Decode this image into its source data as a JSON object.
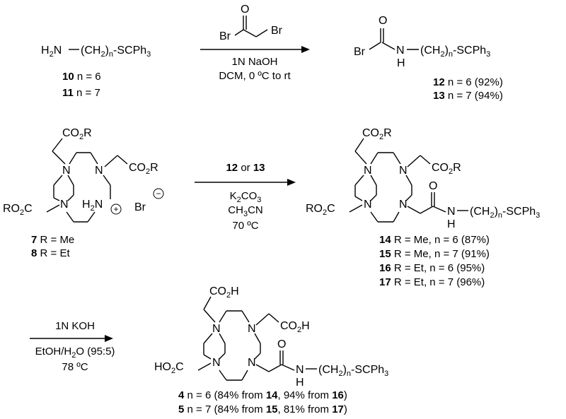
{
  "step1": {
    "amine": {
      "a": "H",
      "b": "N",
      "c": "(CH",
      "d": "2",
      "e": ")",
      "f": "n",
      "g": "-SCPh",
      "h": "3"
    },
    "reagent": {
      "left": "Br",
      "right": "Br",
      "o": "O"
    },
    "cond1": "1N NaOH",
    "cond2": "DCM, 0 ºC to rt",
    "cmpd10": {
      "num": "10",
      "text": " n = 6"
    },
    "cmpd11": {
      "num": "11",
      "text": " n = 7"
    },
    "product": {
      "br": "Br",
      "o": "O",
      "n": "N",
      "h": "H",
      "c": "(CH",
      "d": "2",
      "e": ")",
      "f": "n",
      "g": "-SCPh",
      "h3": "3"
    },
    "cmpd12": {
      "num": "12",
      "text": " n = 6 (92%)"
    },
    "cmpd13": {
      "num": "13",
      "text": " n = 7 (94%)"
    }
  },
  "step2": {
    "sm": {
      "co2r_top": "CO",
      "co2r_top_sub": "2",
      "co2r_top_r": "R",
      "co2r_right": "CO",
      "co2r_right_sub": "2",
      "co2r_right_r": "R",
      "ro2c": "RO",
      "ro2c_sub": "2",
      "ro2c_c": "C",
      "n": "N",
      "h2n": "H",
      "h2n_sub": "2",
      "h2n_n": "N",
      "plus": "+",
      "br": "Br",
      "minus": "−"
    },
    "cmpd7": {
      "num": "7",
      "text": " R = Me"
    },
    "cmpd8": {
      "num": "8",
      "text": " R = Et"
    },
    "reag_a": "12",
    "reag_or": " or ",
    "reag_b": "13",
    "cond1": {
      "a": "K",
      "b": "2",
      "c": "CO",
      "d": "3"
    },
    "cond2": {
      "a": "CH",
      "b": "3",
      "c": "CN"
    },
    "cond3": "70 ºC",
    "product": {
      "co2r": "CO",
      "co2r_sub": "2",
      "co2r_r": "R",
      "ro2c": "RO",
      "ro2c_sub": "2",
      "ro2c_c": "C",
      "n": "N",
      "o": "O",
      "nh_n": "N",
      "nh_h": "H",
      "chain": "(CH",
      "chain_sub": "2",
      "chain_close": ")",
      "chain_n": "n",
      "chain_end": "-SCPh",
      "chain_3": "3"
    },
    "cmpd14": {
      "num": "14",
      "text": " R = Me, n = 6 (87%)"
    },
    "cmpd15": {
      "num": "15",
      "text": " R = Me, n = 7 (91%)"
    },
    "cmpd16": {
      "num": "16",
      "text": " R = Et,  n = 6 (95%)"
    },
    "cmpd17": {
      "num": "17",
      "text": " R = Et,  n = 7 (96%)"
    }
  },
  "step3": {
    "cond1": "1N KOH",
    "cond2": {
      "a": "EtOH/H",
      "b": "2",
      "c": "O (95:5)"
    },
    "cond3": "78 ºC",
    "product": {
      "co2h": "CO",
      "co2h_sub": "2",
      "co2h_h": "H",
      "ho2c": "HO",
      "ho2c_sub": "2",
      "ho2c_c": "C",
      "n": "N",
      "o": "O",
      "nh_n": "N",
      "nh_h": "H",
      "chain": "(CH",
      "chain_sub": "2",
      "chain_close": ")",
      "chain_n": "n",
      "chain_end": "-SCPh",
      "chain_3": "3"
    },
    "cmpd4": {
      "num": "4",
      "t1": "  n = 6 (84% from ",
      "r1": "14",
      "t2": ", 94% from ",
      "r2": "16",
      "t3": ")"
    },
    "cmpd5": {
      "num": "5",
      "t1": "  n = 7 (84% from ",
      "r1": "15",
      "t2": ", 81% from ",
      "r2": "17",
      "t3": ")"
    }
  }
}
